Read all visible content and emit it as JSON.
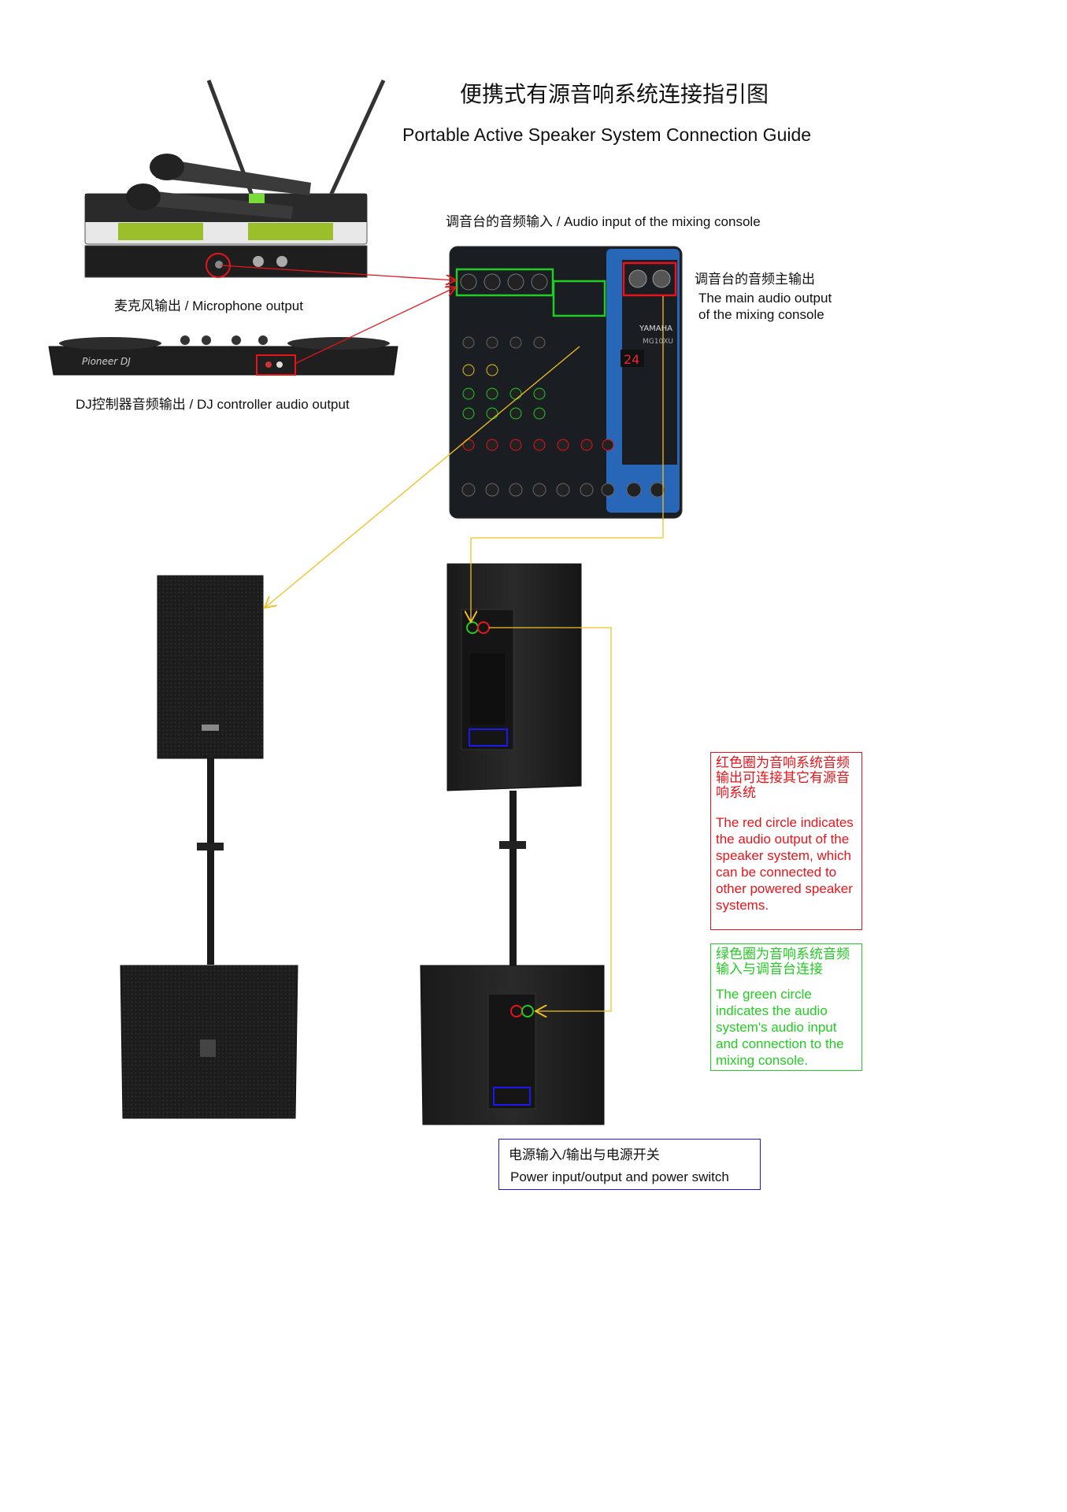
{
  "title_cn": "便携式有源音响系统连接指引图",
  "title_en": "Portable Active Speaker System Connection Guide",
  "labels": {
    "mixer_input": "调音台的音频输入 / Audio input of the mixing console",
    "mixer_main_output_cn": "调音台的音频主输出",
    "mixer_main_output_en_1": "The main audio output",
    "mixer_main_output_en_2": "of the mixing console",
    "microphone_output": "麦克风输出 / Microphone output",
    "dj_output": "DJ控制器音频输出 / DJ controller audio output"
  },
  "red_note": {
    "cn": "红色圈为音响系统音频输出可连接其它有源音响系统",
    "en": "The red circle indicates the audio output of the speaker system, which can be connected to other powered speaker systems."
  },
  "green_note": {
    "cn": "绿色圈为音响系统音频输入与调音台连接",
    "en": "The green circle indicates the audio system's audio input and connection to the mixing console."
  },
  "power_note": {
    "cn": "电源输入/输出与电源开关",
    "en": "Power input/output and power switch"
  },
  "device_marks": {
    "dj_brand": "Pioneer DJ",
    "mixer_brand": "YAMAHA",
    "mixer_model": "MG10XU",
    "mixer_display": "24"
  },
  "colors": {
    "red": "#e8141a",
    "green": "#22cc22",
    "blue": "#1a1aee",
    "yellow": "#f0c020",
    "mixer_blue": "#2a6fc9"
  }
}
